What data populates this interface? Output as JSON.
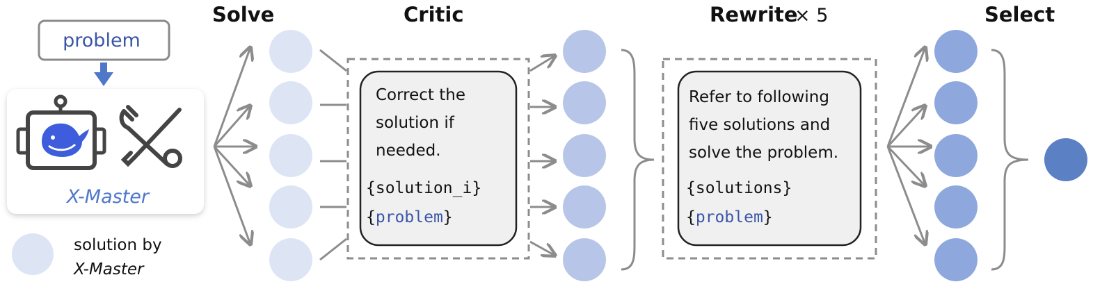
{
  "stages": {
    "solve": "Solve",
    "critic": "Critic",
    "rewrite": "Rewrite",
    "rewrite_times": "× 5",
    "select": "Select"
  },
  "input": {
    "problem_label": "problem"
  },
  "agent": {
    "name": "X-Master",
    "icons": [
      "robot-icon",
      "whale-icon",
      "tools-icon"
    ]
  },
  "legend": {
    "line1": "solution by",
    "line2": "X-Master"
  },
  "critic_prompt": {
    "lines": [
      "Correct the",
      "solution if",
      "needed."
    ],
    "var1": "{solution_i}",
    "var2_open": "{",
    "var2_word": "problem",
    "var2_close": "}"
  },
  "rewrite_prompt": {
    "lines": [
      "Refer to following",
      "five solutions and",
      "solve the problem."
    ],
    "var1": "{solutions}",
    "var2_open": "{",
    "var2_word": "problem",
    "var2_close": "}"
  },
  "colors": {
    "solve_node": "#dde5f5",
    "critic_node": "#b7c6e8",
    "rewrite_node": "#8ea8dd",
    "final_node": "#5c80c4",
    "arrow": "#8c8c8c",
    "accent_blue": "#3a56a8",
    "agent_icon": "#444444",
    "whale": "#3d5ddc"
  }
}
